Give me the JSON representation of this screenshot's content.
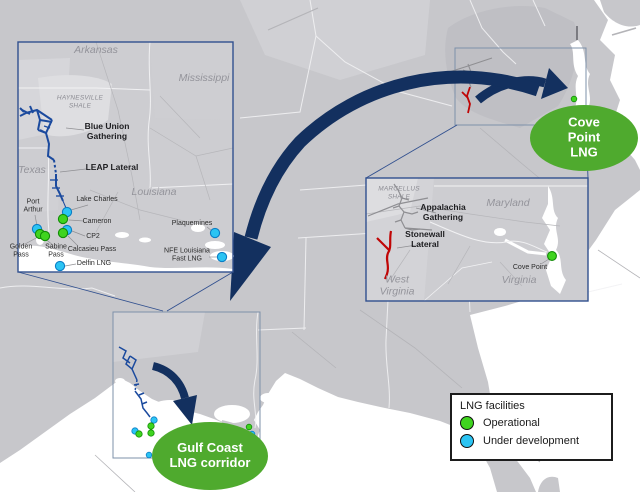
{
  "legend": {
    "title": "LNG facilities",
    "items": [
      {
        "label": "Operational",
        "status": "operational",
        "color": "#3fd41f"
      },
      {
        "label": "Under development",
        "status": "under-development",
        "color": "#2bc4f3"
      }
    ]
  },
  "callouts": {
    "cove_point": "Cove Point\nLNG",
    "gulf_coast": "Gulf Coast\nLNG corridor"
  },
  "insets": {
    "gulf_detail": {
      "states": [
        {
          "label": "Arkansas"
        },
        {
          "label": "Mississippi"
        },
        {
          "label": "Texas"
        },
        {
          "label": "Louisiana"
        }
      ],
      "shale_label": "HAYNESVILLE\nSHALE",
      "pipelines": [
        {
          "label": "Blue Union\nGathering"
        },
        {
          "label": "LEAP Lateral"
        }
      ],
      "facilities": [
        {
          "name": "Port\nArthur",
          "status": "under-development"
        },
        {
          "name": "Golden\nPass",
          "status": "operational"
        },
        {
          "name": "Sabine\nPass",
          "status": "operational"
        },
        {
          "name": "Lake Charles",
          "status": "under-development"
        },
        {
          "name": "Cameron",
          "status": "operational"
        },
        {
          "name": "CP2",
          "status": "under-development"
        },
        {
          "name": "Calcasieu Pass",
          "status": "operational"
        },
        {
          "name": "Delfin LNG",
          "status": "under-development"
        },
        {
          "name": "Plaquemines",
          "status": "under-development"
        },
        {
          "name": "NFE Louisiana\nFast LNG",
          "status": "under-development"
        }
      ]
    },
    "appalachia_detail": {
      "states": [
        {
          "label": "Maryland"
        },
        {
          "label": "West\nVirginia"
        },
        {
          "label": "Virginia"
        }
      ],
      "shale_label": "MARCELLUS\nSHALE",
      "pipelines": [
        {
          "label": "Appalachia\nGathering"
        },
        {
          "label": "Stonewall\nLateral"
        }
      ],
      "facilities": [
        {
          "name": "Cove Point",
          "status": "operational"
        }
      ]
    }
  },
  "colors": {
    "operational": "#3fd41f",
    "under_development": "#2bc4f3",
    "pipeline_navy": "#1b4a9e",
    "lateral_red": "#c00505",
    "gathering_gray": "#8f8f93",
    "arrow_navy": "#13305f",
    "callout_green": "#4faa2e"
  }
}
